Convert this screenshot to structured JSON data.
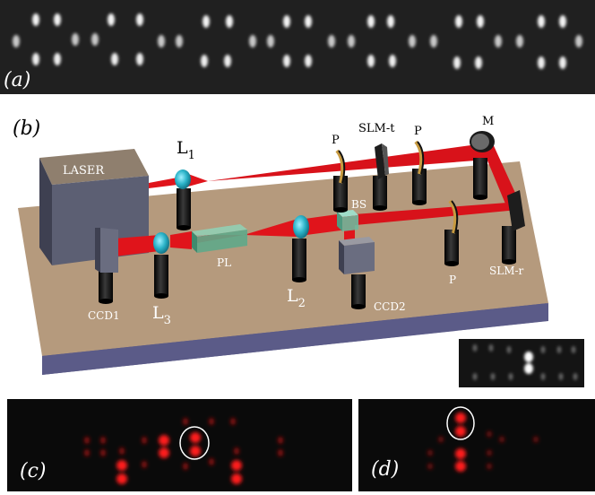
{
  "panels": {
    "a": {
      "label": "(a)"
    },
    "b": {
      "label": "(b)"
    },
    "c": {
      "label": "(c)"
    },
    "d": {
      "label": "(d)"
    }
  },
  "components": {
    "laser": "LASER",
    "lens1": "L",
    "lens1_sub": "1",
    "lens2": "L",
    "lens2_sub": "2",
    "lens3": "L",
    "lens3_sub": "3",
    "polarizer_1": "P",
    "slm_t": "SLM-t",
    "polarizer_2": "P",
    "mirror": "M",
    "beam_splitter": "BS",
    "photonic_lattice": "PL",
    "polarizer_3": "P",
    "slm_r": "SLM-r",
    "ccd1": "CCD1",
    "ccd2": "CCD2"
  },
  "colors": {
    "beam": "#e0141b",
    "table_top": "#b59a7d",
    "table_side": "#5d5d8c",
    "laser_front": "#5c5f73",
    "laser_top": "#8f7f6e",
    "lens": "#2bb3c8",
    "lattice": "#5fa88a",
    "post": "#111111"
  }
}
